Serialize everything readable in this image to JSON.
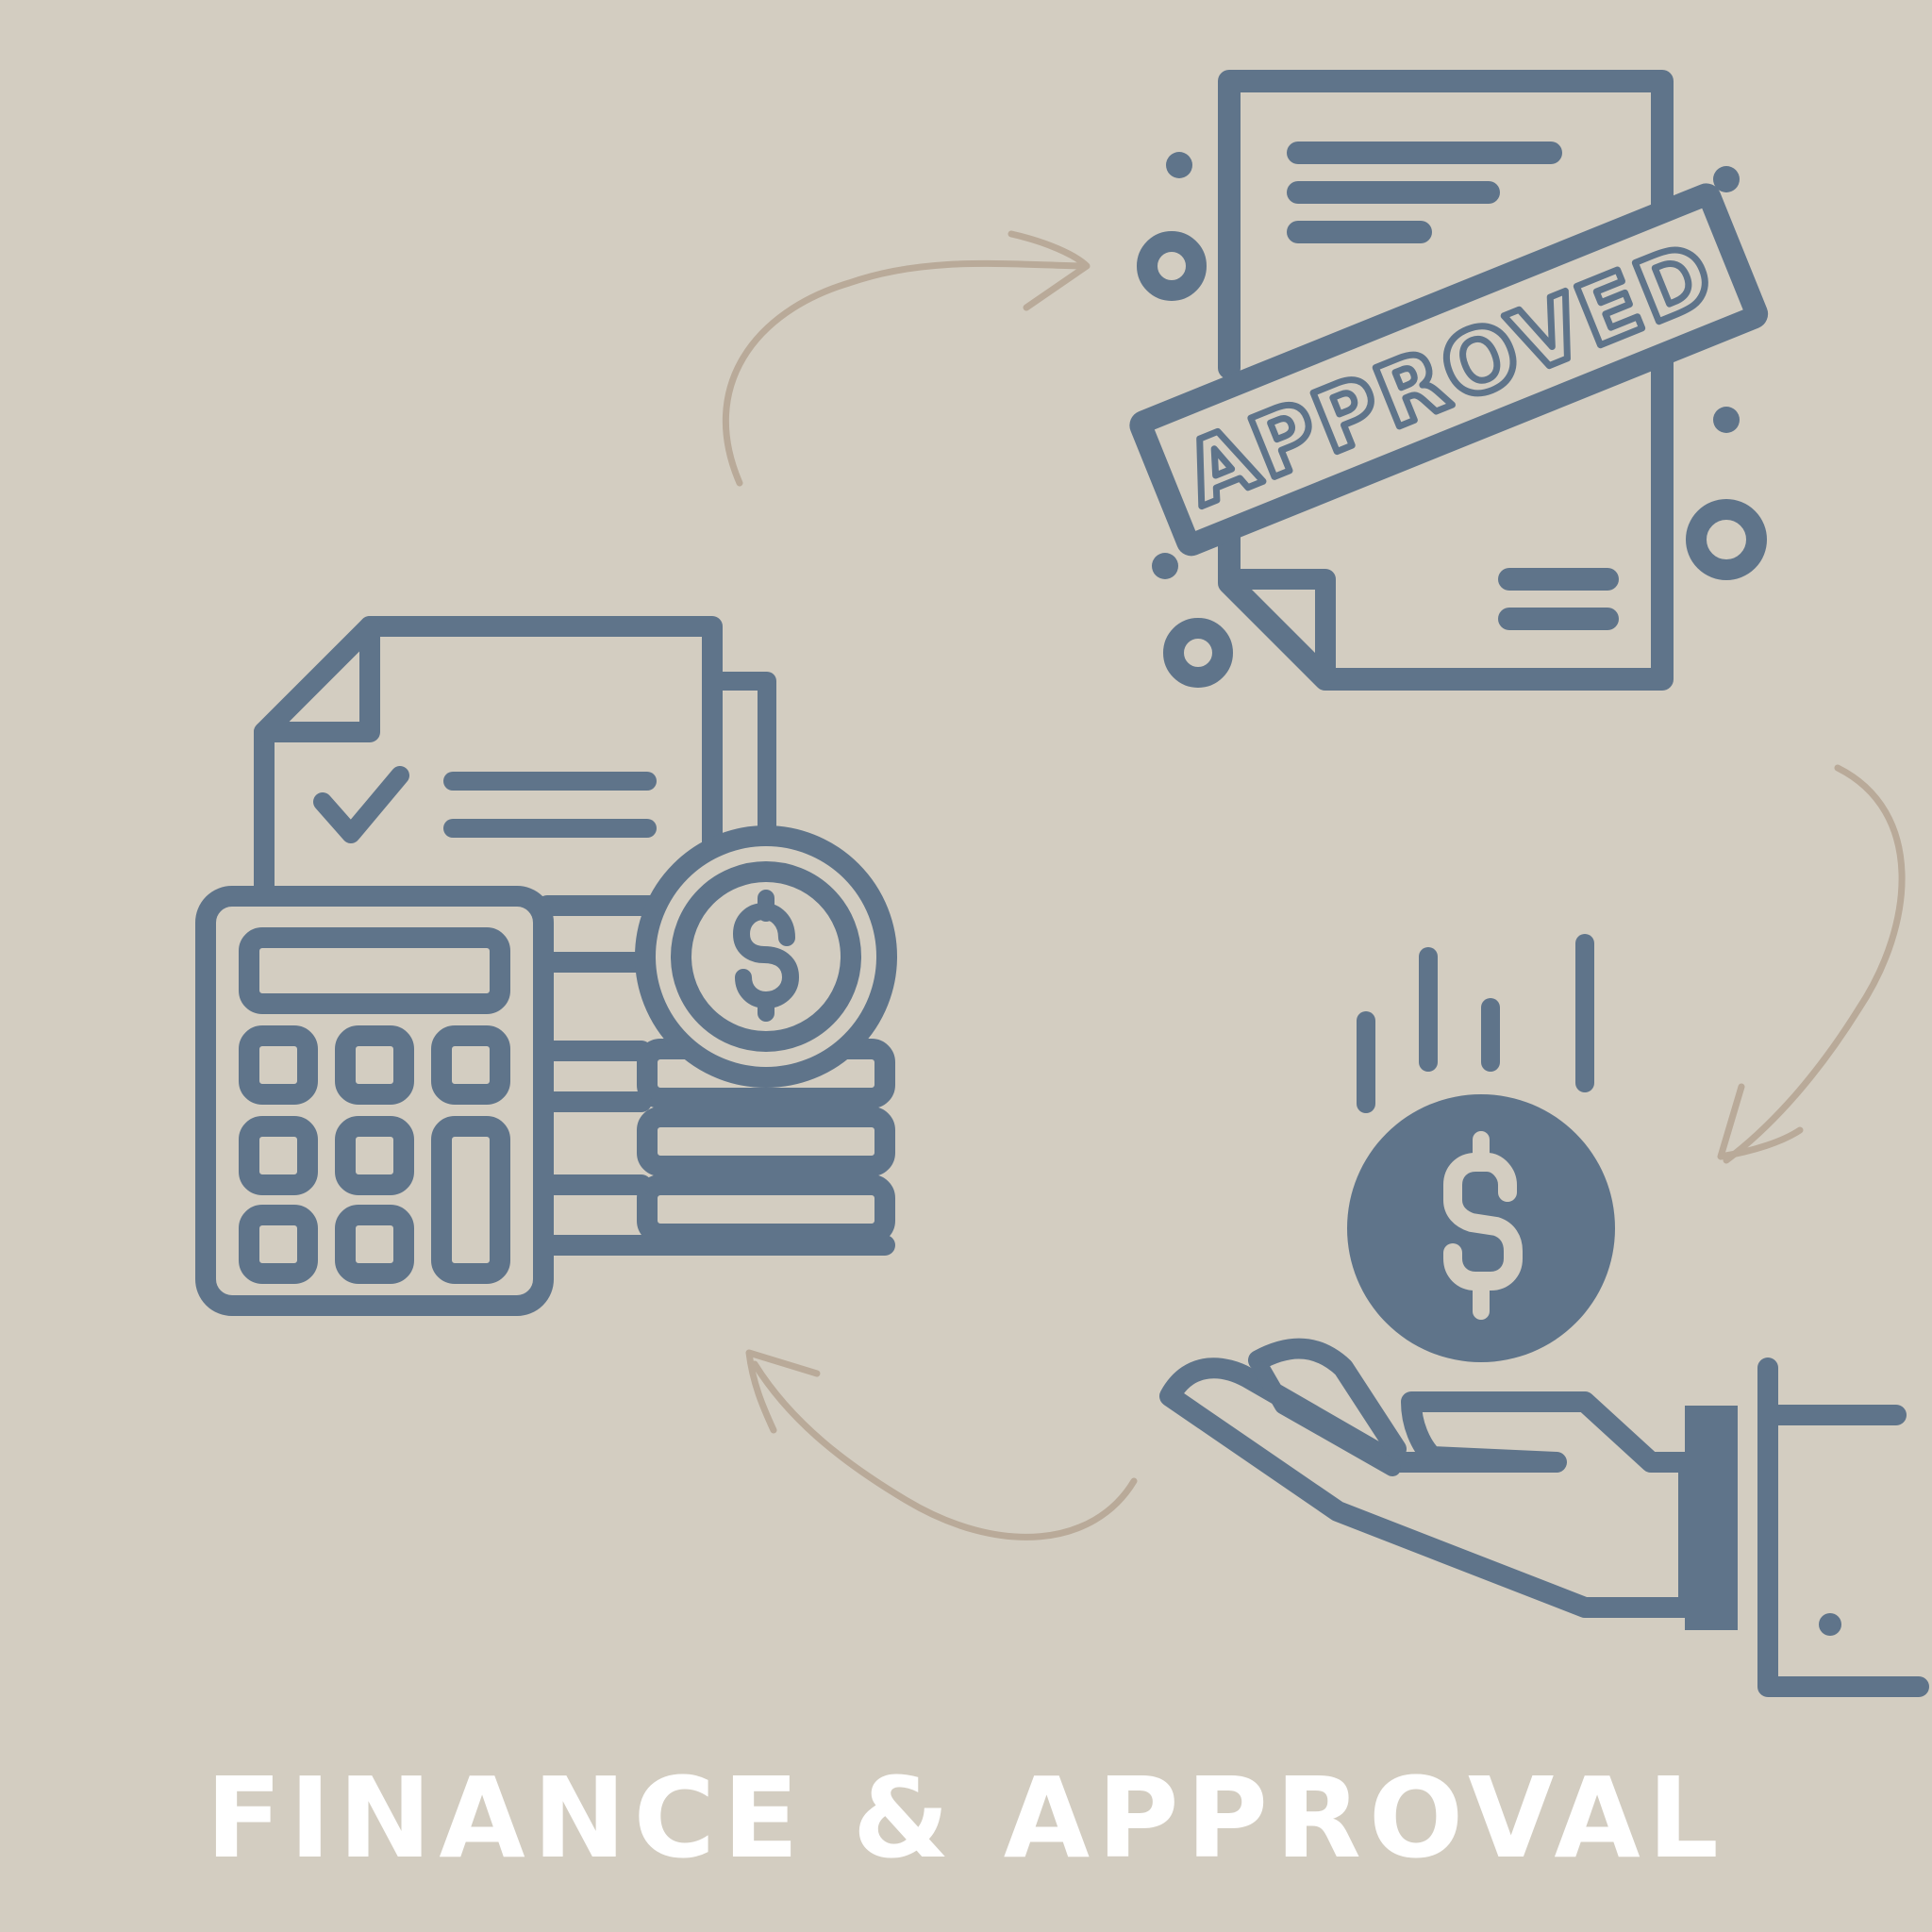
{
  "diagram": {
    "title": "FINANCE & APPROVAL",
    "stamp_text": "APPROVED",
    "nodes": [
      {
        "id": "budget",
        "icon": "calculator-document-coins-icon"
      },
      {
        "id": "approval",
        "icon": "approved-document-icon"
      },
      {
        "id": "payment",
        "icon": "hand-receiving-coin-icon"
      }
    ],
    "edges": [
      {
        "from": "budget",
        "to": "approval"
      },
      {
        "from": "approval",
        "to": "payment"
      },
      {
        "from": "payment",
        "to": "budget"
      }
    ]
  },
  "colors": {
    "background": "#d3cdc1",
    "icon": "#5f748a",
    "arrow": "#b9aa99",
    "title": "#ffffff"
  }
}
